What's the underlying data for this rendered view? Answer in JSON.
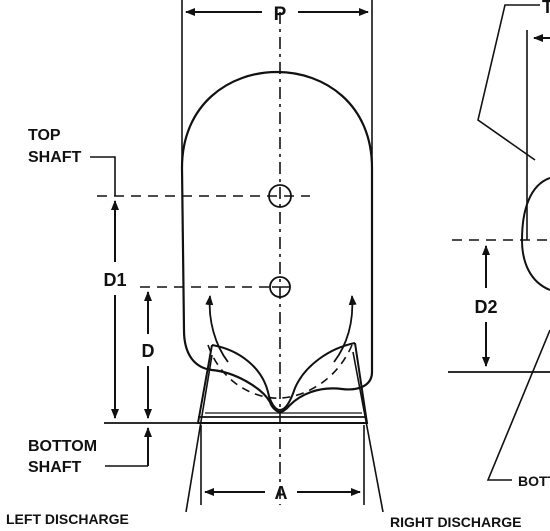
{
  "labels": {
    "p": "P",
    "t": "T",
    "top_shaft_1": "TOP",
    "top_shaft_2": "SHAFT",
    "d1": "D1",
    "d": "D",
    "d2": "D2",
    "bottom_shaft_1": "BOTTOM",
    "bottom_shaft_2": "SHAFT",
    "a": "A",
    "left_discharge": "LEFT DISCHARGE",
    "right_discharge": "RIGHT DISCHARGE",
    "bottom_partial": "BOTT"
  },
  "colors": {
    "ink": "#111111",
    "background": "#ffffff"
  }
}
